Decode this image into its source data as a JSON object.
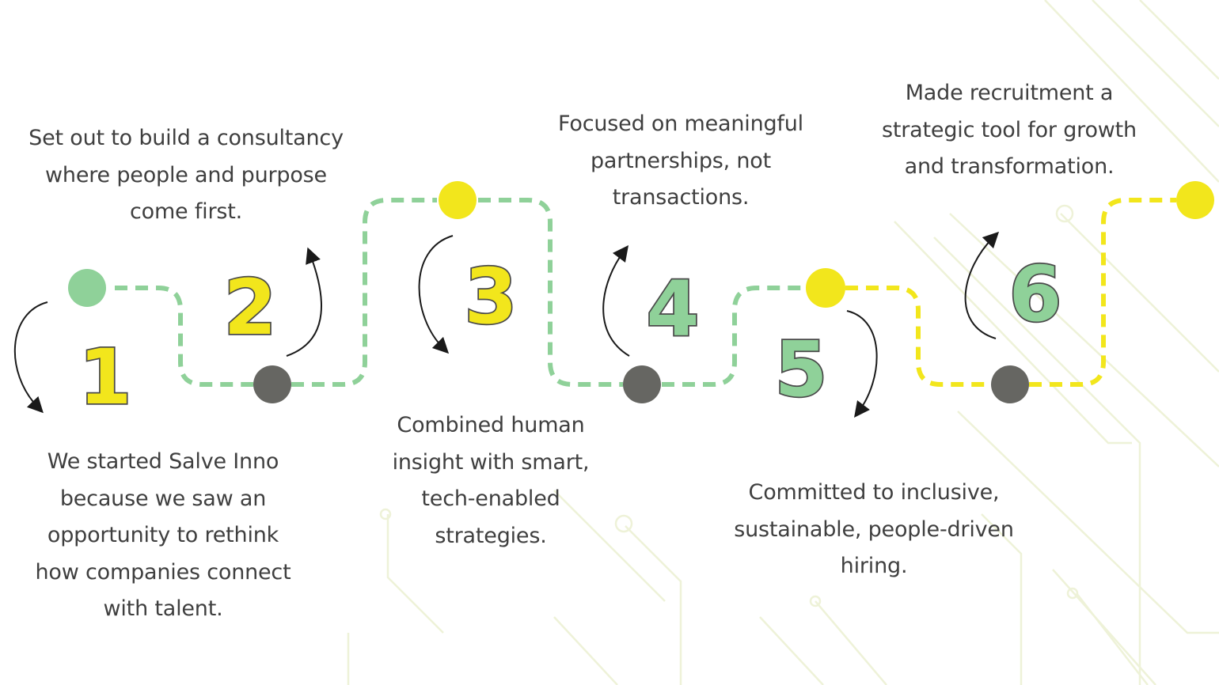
{
  "colors": {
    "green": "#8fd199",
    "yellow": "#f2e61c",
    "gray": "#666662",
    "text": "#3f3f3f",
    "outline": "#4a4a4a",
    "background_lines": "#eef2d8"
  },
  "steps": [
    {
      "number": "1",
      "number_color": "yellow",
      "text": "We started Salve Inno\nbecause we saw an\nopportunity to rethink\nhow companies connect\nwith talent."
    },
    {
      "number": "2",
      "number_color": "yellow",
      "text": "Set out to build a consultancy\nwhere people and purpose\ncome first."
    },
    {
      "number": "3",
      "number_color": "yellow",
      "text": "Combined human\ninsight with smart,\ntech-enabled\nstrategies."
    },
    {
      "number": "4",
      "number_color": "green",
      "text": "Focused on meaningful\npartnerships, not\ntransactions."
    },
    {
      "number": "5",
      "number_color": "green",
      "text": "Committed to inclusive,\nsustainable, people-driven\nhiring."
    },
    {
      "number": "6",
      "number_color": "green",
      "text": "Made recruitment a\nstrategic tool for growth\nand transformation."
    }
  ]
}
